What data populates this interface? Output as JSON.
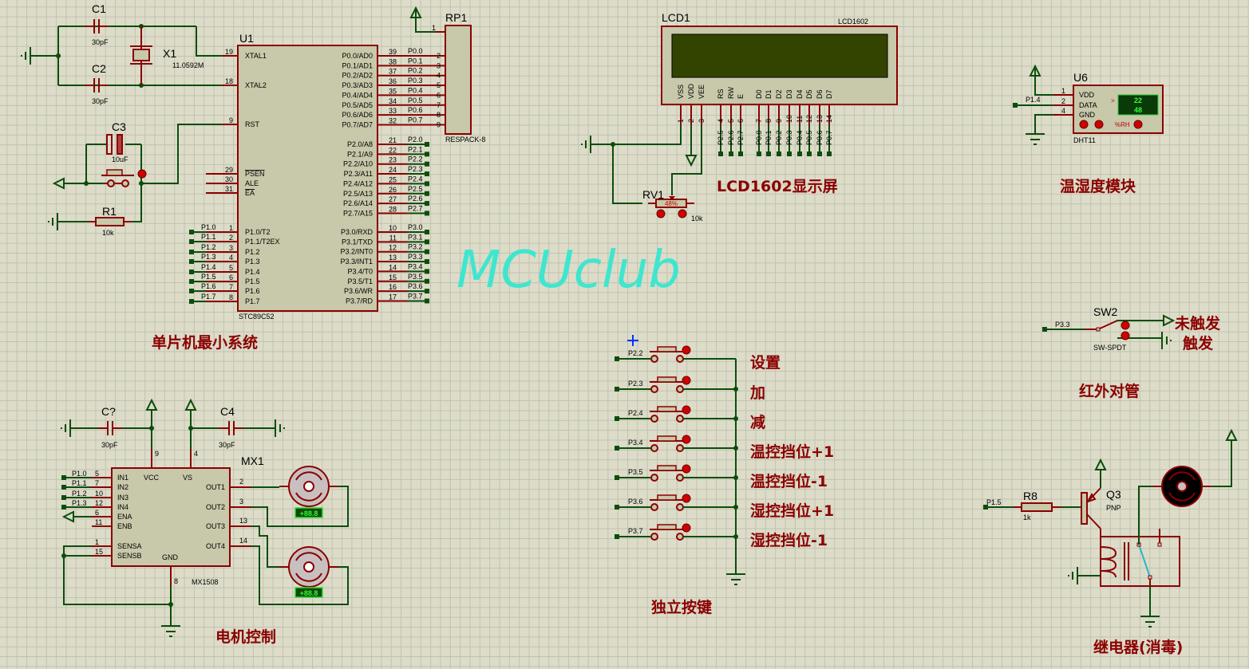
{
  "watermark": "MCUclub",
  "colors": {
    "wire": "#0b4d0b",
    "component": "#8b0000",
    "body": "#c8c8aa",
    "title": "#8b0000",
    "watermark": "#3ee6cf",
    "lcd_screen": "#334400",
    "background": "#dcdcc9"
  },
  "mcu": {
    "ref": "U1",
    "part": "STC89C52",
    "title": "单片机最小系统",
    "left_pins": [
      {
        "num": "19",
        "name": "XTAL1"
      },
      {
        "num": "18",
        "name": "XTAL2"
      },
      {
        "num": "9",
        "name": "RST"
      },
      {
        "num": "29",
        "name": "PSEN",
        "overline": true
      },
      {
        "num": "30",
        "name": "ALE"
      },
      {
        "num": "31",
        "name": "EA",
        "overline": true
      },
      {
        "num": "1",
        "name": "P1.0/T2",
        "net": "P1.0"
      },
      {
        "num": "2",
        "name": "P1.1/T2EX",
        "net": "P1.1"
      },
      {
        "num": "3",
        "name": "P1.2",
        "net": "P1.2"
      },
      {
        "num": "4",
        "name": "P1.3",
        "net": "P1.3"
      },
      {
        "num": "5",
        "name": "P1.4",
        "net": "P1.4"
      },
      {
        "num": "6",
        "name": "P1.5",
        "net": "P1.5"
      },
      {
        "num": "7",
        "name": "P1.6",
        "net": "P1.6"
      },
      {
        "num": "8",
        "name": "P1.7",
        "net": "P1.7"
      }
    ],
    "right_pins": [
      {
        "num": "39",
        "name": "P0.0/AD0",
        "net": "P0.0",
        "rp": "2"
      },
      {
        "num": "38",
        "name": "P0.1/AD1",
        "net": "P0.1",
        "rp": "3"
      },
      {
        "num": "37",
        "name": "P0.2/AD2",
        "net": "P0.2",
        "rp": "4"
      },
      {
        "num": "36",
        "name": "P0.3/AD3",
        "net": "P0.3",
        "rp": "5"
      },
      {
        "num": "35",
        "name": "P0.4/AD4",
        "net": "P0.4",
        "rp": "6"
      },
      {
        "num": "34",
        "name": "P0.5/AD5",
        "net": "P0.5",
        "rp": "7"
      },
      {
        "num": "33",
        "name": "P0.6/AD6",
        "net": "P0.6",
        "rp": "8"
      },
      {
        "num": "32",
        "name": "P0.7/AD7",
        "net": "P0.7",
        "rp": "9"
      },
      {
        "num": "21",
        "name": "P2.0/A8",
        "net": "P2.0"
      },
      {
        "num": "22",
        "name": "P2.1/A9",
        "net": "P2.1"
      },
      {
        "num": "23",
        "name": "P2.2/A10",
        "net": "P2.2"
      },
      {
        "num": "24",
        "name": "P2.3/A11",
        "net": "P2.3"
      },
      {
        "num": "25",
        "name": "P2.4/A12",
        "net": "P2.4"
      },
      {
        "num": "26",
        "name": "P2.5/A13",
        "net": "P2.5"
      },
      {
        "num": "27",
        "name": "P2.6/A14",
        "net": "P2.6"
      },
      {
        "num": "28",
        "name": "P2.7/A15",
        "net": "P2.7"
      },
      {
        "num": "10",
        "name": "P3.0/RXD",
        "net": "P3.0"
      },
      {
        "num": "11",
        "name": "P3.1/TXD",
        "net": "P3.1"
      },
      {
        "num": "12",
        "name": "P3.2/INT0",
        "net": "P3.2"
      },
      {
        "num": "13",
        "name": "P3.3/INT1",
        "net": "P3.3"
      },
      {
        "num": "14",
        "name": "P3.4/T0",
        "net": "P3.4"
      },
      {
        "num": "15",
        "name": "P3.5/T1",
        "net": "P3.5"
      },
      {
        "num": "16",
        "name": "P3.6/WR",
        "net": "P3.6"
      },
      {
        "num": "17",
        "name": "P3.7/RD",
        "net": "P3.7"
      }
    ]
  },
  "crystal": {
    "c1": {
      "ref": "C1",
      "value": "30pF"
    },
    "c2": {
      "ref": "C2",
      "value": "30pF"
    },
    "x1": {
      "ref": "X1",
      "value": "11.0592M"
    }
  },
  "reset": {
    "c3": {
      "ref": "C3",
      "value": "10uF"
    },
    "r1": {
      "ref": "R1",
      "value": "10k"
    }
  },
  "rp1": {
    "ref": "RP1",
    "part": "RESPACK-8",
    "pin1": "1"
  },
  "lcd": {
    "ref": "LCD1",
    "part": "LCD1602",
    "title": "LCD1602显示屏",
    "pins": [
      {
        "name": "VSS",
        "num": "1"
      },
      {
        "name": "VDD",
        "num": "2"
      },
      {
        "name": "VEE",
        "num": "3"
      },
      {
        "name": "RS",
        "num": "4",
        "net": "P2.5"
      },
      {
        "name": "RW",
        "num": "5",
        "net": "P2.6"
      },
      {
        "name": "E",
        "num": "6",
        "net": "P2.7"
      },
      {
        "name": "D0",
        "num": "7",
        "net": "P0.0"
      },
      {
        "name": "D1",
        "num": "8",
        "net": "P0.1"
      },
      {
        "name": "D2",
        "num": "9",
        "net": "P0.2"
      },
      {
        "name": "D3",
        "num": "10",
        "net": "P0.3"
      },
      {
        "name": "D4",
        "num": "11",
        "net": "P0.4"
      },
      {
        "name": "D5",
        "num": "12",
        "net": "P0.5"
      },
      {
        "name": "D6",
        "num": "13",
        "net": "P0.6"
      },
      {
        "name": "D7",
        "num": "14",
        "net": "P0.7"
      }
    ],
    "rv1": {
      "ref": "RV1",
      "value": "10k",
      "wiper": "48%"
    }
  },
  "dht": {
    "ref": "U6",
    "part": "DHT11",
    "title": "温湿度模块",
    "temperature": "22",
    "humidity": "48",
    "unit": "%RH",
    "indicator": ">",
    "pins": [
      {
        "name": "VDD",
        "num": "1"
      },
      {
        "name": "DATA",
        "num": "2",
        "net": "P1.4"
      },
      {
        "name": "GND",
        "num": "4"
      }
    ]
  },
  "sw2": {
    "ref": "SW2",
    "part": "SW-SPDT",
    "net": "P3.3",
    "label_open": "未触发",
    "label_closed": "触发",
    "title": "红外对管"
  },
  "buttons": {
    "title": "独立按键",
    "rows": [
      {
        "net": "P2.2",
        "label": "设置"
      },
      {
        "net": "P2.3",
        "label": "加"
      },
      {
        "net": "P2.4",
        "label": "减"
      },
      {
        "net": "P3.4",
        "label": "温控挡位+1"
      },
      {
        "net": "P3.5",
        "label": "温控挡位-1"
      },
      {
        "net": "P3.6",
        "label": "湿控挡位+1"
      },
      {
        "net": "P3.7",
        "label": "湿控挡位-1"
      }
    ]
  },
  "motor_driver": {
    "ref": "MX1",
    "part": "MX1508",
    "title": "电机控制",
    "left_pins": [
      {
        "num": "5",
        "name": "IN1",
        "net": "P1.0"
      },
      {
        "num": "7",
        "name": "IN2",
        "net": "P1.1"
      },
      {
        "num": "10",
        "name": "IN3",
        "net": "P1.2"
      },
      {
        "num": "12",
        "name": "IN4",
        "net": "P1.3"
      },
      {
        "num": "6",
        "name": "ENA"
      },
      {
        "num": "11",
        "name": "ENB"
      },
      {
        "num": "1",
        "name": "SENSA"
      },
      {
        "num": "15",
        "name": "SENSB"
      }
    ],
    "right_pins": [
      {
        "num": "2",
        "name": "OUT1"
      },
      {
        "num": "3",
        "name": "OUT2"
      },
      {
        "num": "13",
        "name": "OUT3"
      },
      {
        "num": "14",
        "name": "OUT4"
      }
    ],
    "top_pins": [
      {
        "num": "9",
        "name": "VCC"
      },
      {
        "num": "4",
        "name": "VS"
      }
    ],
    "bottom_pin": {
      "num": "8",
      "name": "GND"
    },
    "caps": [
      {
        "ref": "C?",
        "value": "30pF"
      },
      {
        "ref": "C4",
        "value": "30pF"
      }
    ],
    "motor_readouts": [
      "+88.8",
      "+88.8"
    ]
  },
  "relay": {
    "title": "继电器(消毒)",
    "r8": {
      "ref": "R8",
      "value": "1k",
      "net": "P1.5"
    },
    "q3": {
      "ref": "Q3",
      "type": "PNP"
    }
  }
}
